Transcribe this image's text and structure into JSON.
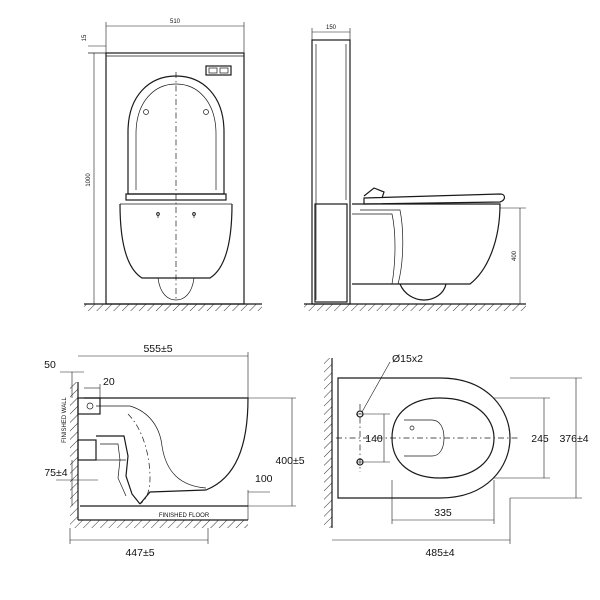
{
  "front_view": {
    "dims": {
      "width": "510",
      "top_offset": "15",
      "height": "1000"
    }
  },
  "side_view": {
    "dims": {
      "depth": "150",
      "height": "400"
    }
  },
  "section_view": {
    "dims": {
      "offset_top": "50",
      "offset_inner": "20",
      "overall_length": "555±5",
      "height": "400±5",
      "drain_height": "75±4",
      "floor_gap": "100",
      "base_length": "447±5"
    },
    "labels": {
      "wall": "FINISHED WALL",
      "floor": "FINISHED FLOOR"
    }
  },
  "plan_view": {
    "dims": {
      "holes": "Ø15x2",
      "hole_spacing": "140",
      "inner_width": "245",
      "outer_width": "376±4",
      "inner_length": "335",
      "outer_length": "485±4"
    }
  }
}
